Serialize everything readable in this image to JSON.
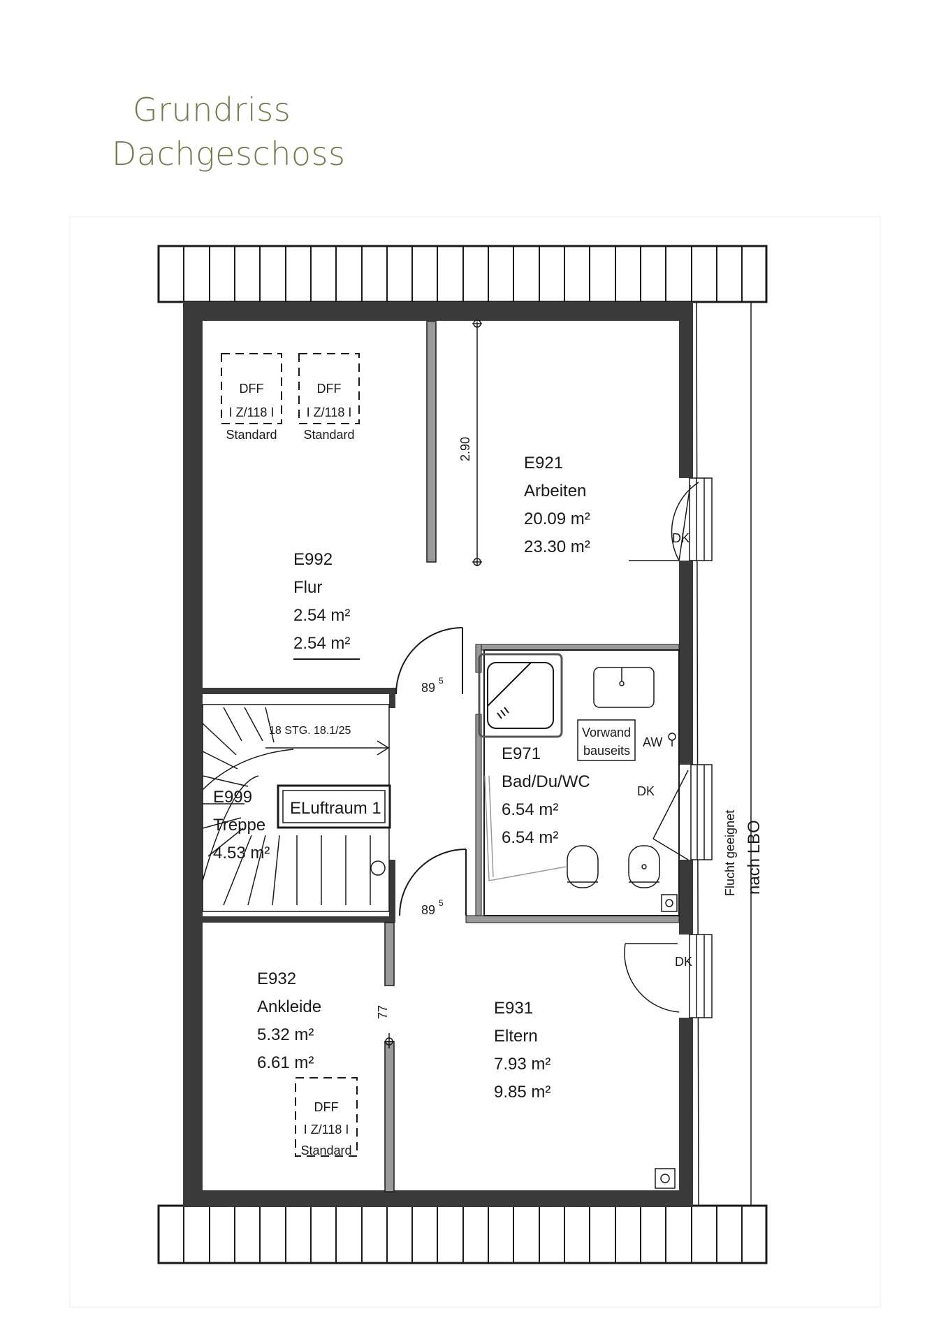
{
  "title": {
    "line1": "Grundriss",
    "line2": "Dachgeschoss"
  },
  "rooms": {
    "arbeiten": {
      "id": "E921",
      "name": "Arbeiten",
      "area1": "20.09 m²",
      "area2": "23.30 m²"
    },
    "flur": {
      "id": "E992",
      "name": "Flur",
      "area1": "2.54 m²",
      "area2": "2.54 m²"
    },
    "bad": {
      "id": "E971",
      "name": "Bad/Du/WC",
      "area1": "6.54 m²",
      "area2": "6.54 m²"
    },
    "treppe": {
      "id": "E999",
      "name": "Treppe",
      "area1": "4.53 m²"
    },
    "ankleide": {
      "id": "E932",
      "name": "Ankleide",
      "area1": "5.32 m²",
      "area2": "6.61 m²"
    },
    "eltern": {
      "id": "E931",
      "name": "Eltern",
      "area1": "7.93 m²",
      "area2": "9.85 m²"
    }
  },
  "skylight": {
    "line1": "DFF",
    "line2": "I Z/118 I",
    "line3": "Standard"
  },
  "labels": {
    "dimension_290": "2.90",
    "dimension_77": "77",
    "door_top": "89",
    "door_bottom": "89",
    "door_sup": "5",
    "stairs": "18 STG. 18.1/25",
    "luftraum": "ELuftraum 1",
    "vorwand1": "Vorwand",
    "vorwand2": "bauseits",
    "aw": "AW",
    "dk": "DK",
    "flucht1": "Flucht geeignet",
    "flucht2": "nach LBO"
  },
  "colors": {
    "title": "#6f7d4f",
    "wall": "#3a3a3a",
    "line": "#1a1a1a",
    "partition": "#9a9a9a"
  }
}
